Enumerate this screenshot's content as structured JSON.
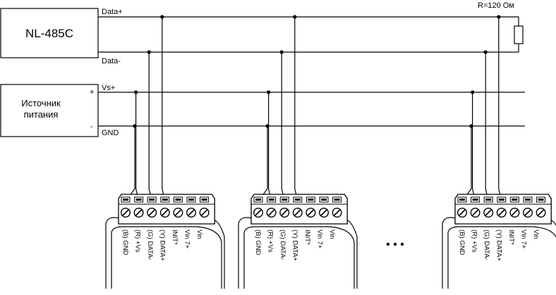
{
  "converter": {
    "name": "NL-485C",
    "data_plus_label": "Data+",
    "data_minus_label": "Data-"
  },
  "power_supply": {
    "line1": "Источник",
    "line2": "питания",
    "plus_mark": "+",
    "minus_mark": "-",
    "vs_label": "Vs+",
    "gnd_label": "GND"
  },
  "terminator": {
    "label": "R=120 Ом"
  },
  "ellipsis": "• • •",
  "modules": [
    {
      "terminals": [
        "(B) GND",
        "(R) +Vs",
        "(G) DATA-",
        "(Y) DATA+",
        "INIT*",
        "Vin 7+",
        "Vin"
      ]
    },
    {
      "terminals": [
        "(B) GND",
        "(R) +Vs",
        "(G) DATA-",
        "(Y) DATA+",
        "INIT*",
        "Vin 7+",
        "Vin"
      ]
    },
    {
      "terminals": [
        "(B) GND",
        "(R) +Vs",
        "(G) DATA-",
        "(Y) DATA+",
        "INIT*",
        "Vin 7+",
        "Vin"
      ]
    }
  ]
}
